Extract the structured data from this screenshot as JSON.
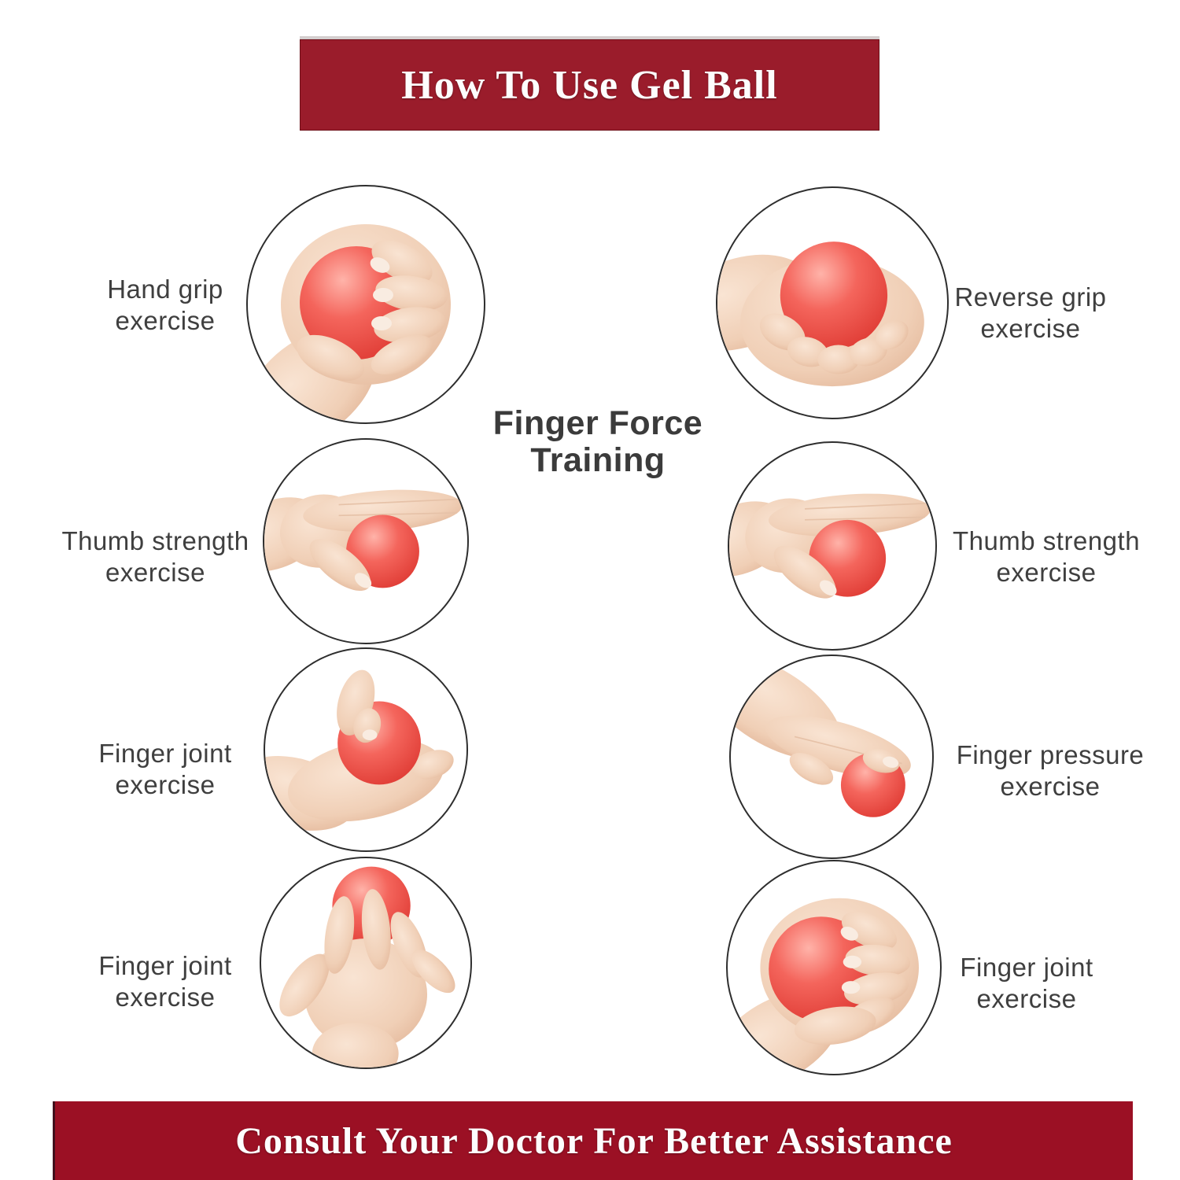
{
  "header": {
    "title": "How To Use Gel Ball",
    "bg_color": "#9a1c2b",
    "text_color": "#fdfdfd"
  },
  "footer": {
    "text": "Consult Your Doctor For Better Assistance",
    "bg_color": "#9b1024",
    "text_color": "#fdfdfd"
  },
  "center_label": {
    "text": "Finger Force\nTraining"
  },
  "colors": {
    "header_bg": "#9a1c2b",
    "footer_bg": "#9b1024",
    "label_text": "#3f3f3f",
    "ball_main": "#ef4f47",
    "ball_highlight": "#ffb3a9",
    "skin_main": "#f3d6c2",
    "circle_outline": "#2e2e2e"
  },
  "exercises": [
    {
      "side": "left",
      "row": 1,
      "label": "Hand grip\nexercise",
      "photo": "fist gripping gel ball"
    },
    {
      "side": "left",
      "row": 2,
      "label": "Thumb strength\nexercise",
      "photo": "ball pinched between thumb and extended fingers"
    },
    {
      "side": "left",
      "row": 3,
      "label": "Finger joint\nexercise",
      "photo": "ball in open palm with curled index finger"
    },
    {
      "side": "left",
      "row": 4,
      "label": "Finger joint\nexercise",
      "photo": "spread hand balancing ball between fingers"
    },
    {
      "side": "right",
      "row": 1,
      "label": "Reverse grip\nexercise",
      "photo": "cupped open palm holding gel ball"
    },
    {
      "side": "right",
      "row": 2,
      "label": "Thumb strength\nexercise",
      "photo": "ball pinched between thumb and extended fingers"
    },
    {
      "side": "right",
      "row": 3,
      "label": "Finger pressure\nexercise",
      "photo": "index finger pressing down on ball"
    },
    {
      "side": "right",
      "row": 4,
      "label": "Finger joint\nexercise",
      "photo": "fist squeezing gel ball"
    }
  ]
}
